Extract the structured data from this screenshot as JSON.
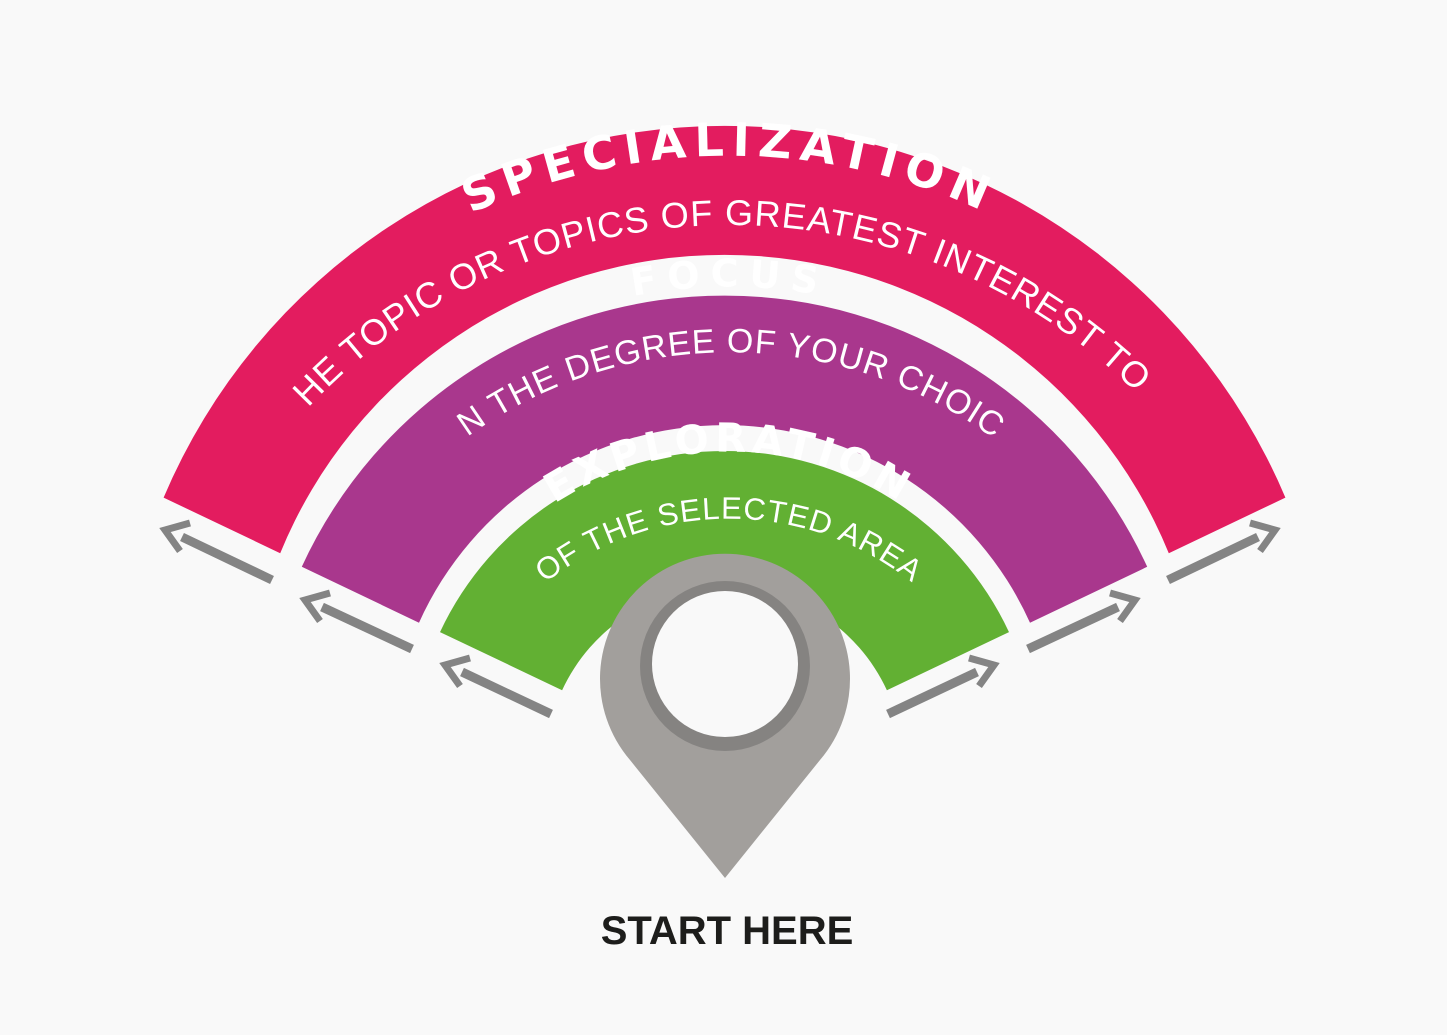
{
  "colors": {
    "background": "#f9f9f9",
    "specialization": "#e31c5f",
    "focus": "#a9378d",
    "exploration": "#62b033",
    "pin": "#a29f9c",
    "pin_ring": "#858381",
    "pin_center": "#f9f9f9",
    "arrow": "#848484",
    "text": "#ffffff",
    "label": "#1d1d1b"
  },
  "stages": [
    {
      "key": "specialization",
      "title": "SPECIALIZATION",
      "subtitle": "IN THE TOPIC OR TOPICS OF GREATEST INTEREST TO YOU"
    },
    {
      "key": "focus",
      "title": "FOCUS",
      "subtitle": "ON THE DEGREE OF YOUR CHOICE"
    },
    {
      "key": "exploration",
      "title": "EXPLORATION",
      "subtitle": "OF THE SELECTED AREA"
    }
  ],
  "start_label": "START HERE",
  "icons": {
    "pin": "location-pin-icon",
    "arrow": "arrow-icon"
  }
}
